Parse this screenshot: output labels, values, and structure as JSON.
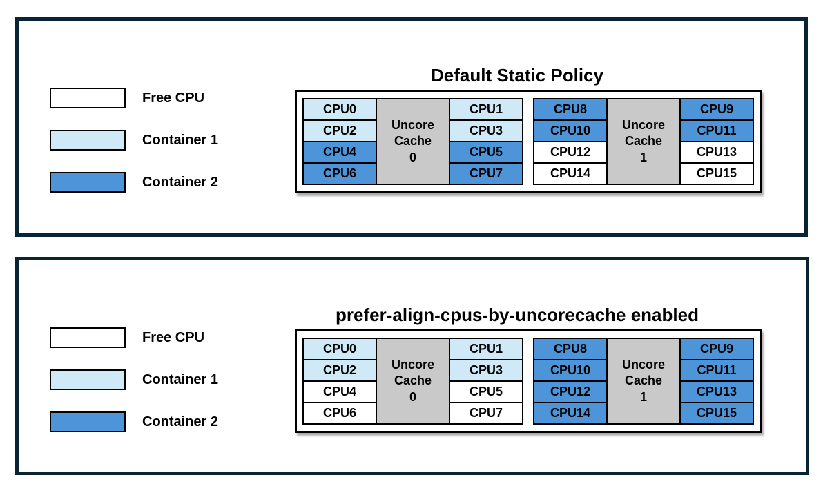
{
  "colors": {
    "free": "#ffffff",
    "container1": "#cfe9f7",
    "container2": "#4d94d9",
    "uncore_cache": "#c9c9c9",
    "panel_border": "#0a2433"
  },
  "legend": {
    "items": [
      {
        "label": "Free CPU",
        "color_key": "free"
      },
      {
        "label": "Container 1",
        "color_key": "container1"
      },
      {
        "label": "Container 2",
        "color_key": "container2"
      }
    ]
  },
  "panels": [
    {
      "title": "Default Static Policy",
      "groups": [
        {
          "cache_lines": [
            "Uncore",
            "Cache",
            "0"
          ],
          "left_cpus": [
            {
              "label": "CPU0",
              "state": "container1"
            },
            {
              "label": "CPU2",
              "state": "container1"
            },
            {
              "label": "CPU4",
              "state": "container2"
            },
            {
              "label": "CPU6",
              "state": "container2"
            }
          ],
          "right_cpus": [
            {
              "label": "CPU1",
              "state": "container1"
            },
            {
              "label": "CPU3",
              "state": "container1"
            },
            {
              "label": "CPU5",
              "state": "container2"
            },
            {
              "label": "CPU7",
              "state": "container2"
            }
          ]
        },
        {
          "cache_lines": [
            "Uncore",
            "Cache",
            "1"
          ],
          "left_cpus": [
            {
              "label": "CPU8",
              "state": "container2"
            },
            {
              "label": "CPU10",
              "state": "container2"
            },
            {
              "label": "CPU12",
              "state": "free"
            },
            {
              "label": "CPU14",
              "state": "free"
            }
          ],
          "right_cpus": [
            {
              "label": "CPU9",
              "state": "container2"
            },
            {
              "label": "CPU11",
              "state": "container2"
            },
            {
              "label": "CPU13",
              "state": "free"
            },
            {
              "label": "CPU15",
              "state": "free"
            }
          ]
        }
      ]
    },
    {
      "title": "prefer-align-cpus-by-uncorecache enabled",
      "groups": [
        {
          "cache_lines": [
            "Uncore",
            "Cache",
            "0"
          ],
          "left_cpus": [
            {
              "label": "CPU0",
              "state": "container1"
            },
            {
              "label": "CPU2",
              "state": "container1"
            },
            {
              "label": "CPU4",
              "state": "free"
            },
            {
              "label": "CPU6",
              "state": "free"
            }
          ],
          "right_cpus": [
            {
              "label": "CPU1",
              "state": "container1"
            },
            {
              "label": "CPU3",
              "state": "container1"
            },
            {
              "label": "CPU5",
              "state": "free"
            },
            {
              "label": "CPU7",
              "state": "free"
            }
          ]
        },
        {
          "cache_lines": [
            "Uncore",
            "Cache",
            "1"
          ],
          "left_cpus": [
            {
              "label": "CPU8",
              "state": "container2"
            },
            {
              "label": "CPU10",
              "state": "container2"
            },
            {
              "label": "CPU12",
              "state": "container2"
            },
            {
              "label": "CPU14",
              "state": "container2"
            }
          ],
          "right_cpus": [
            {
              "label": "CPU9",
              "state": "container2"
            },
            {
              "label": "CPU11",
              "state": "container2"
            },
            {
              "label": "CPU13",
              "state": "container2"
            },
            {
              "label": "CPU15",
              "state": "container2"
            }
          ]
        }
      ]
    }
  ]
}
